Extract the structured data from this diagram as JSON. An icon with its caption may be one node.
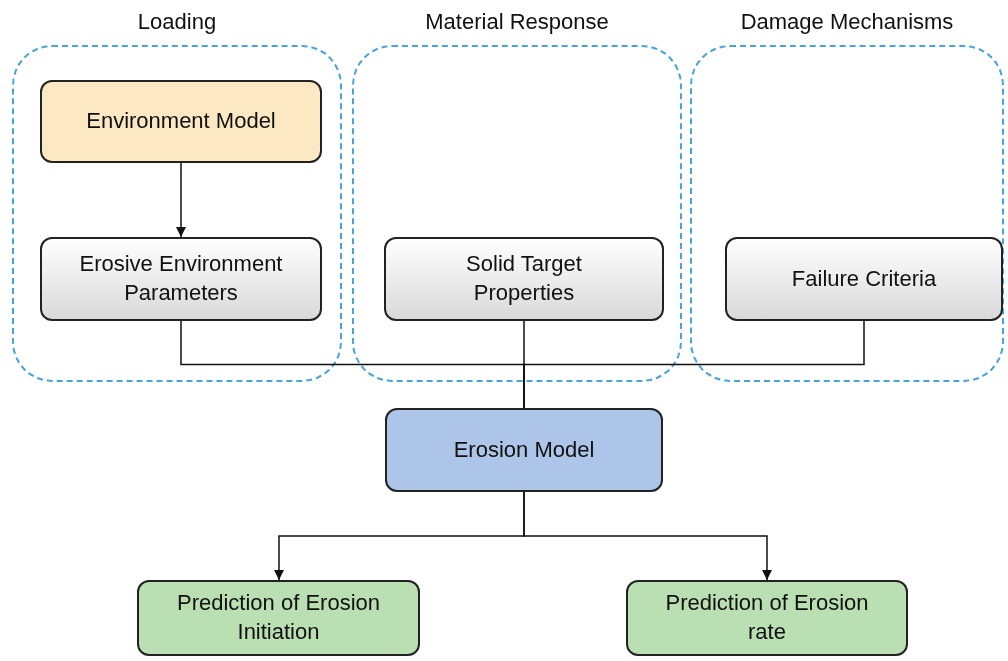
{
  "diagram": {
    "nodes": [
      {
        "text": [
          "Loading"
        ]
      },
      {
        "text": [
          "Environment Model"
        ],
        "in": 0
      },
      {
        "text": [
          "Erosive Environment Parameters"
        ],
        "in": 0
      },
      {
        "text": [
          "Material Response"
        ]
      },
      {
        "text": [
          "Solid Target Properties"
        ],
        "in": 3
      },
      {
        "text": [
          "Damage Mechanisms"
        ]
      },
      {
        "text": [
          "Failure Criteria"
        ],
        "in": 5
      },
      {
        "text": [
          "Erosion Model"
        ]
      },
      {
        "text": [
          "Prediction of Erosion Initiation"
        ]
      },
      {
        "text": [
          "Prediction of Erosion rate"
        ]
      }
    ],
    "edges": [
      {
        "from": 1,
        "to": 2,
        "arrow": "to"
      },
      {
        "from": 2,
        "to": 7,
        "arrow": "none"
      },
      {
        "from": 4,
        "to": 7,
        "arrow": "none"
      },
      {
        "from": 6,
        "to": 7,
        "arrow": "none"
      },
      {
        "from": 7,
        "to": 8,
        "arrow": "to"
      },
      {
        "from": 7,
        "to": 9,
        "arrow": "to"
      }
    ]
  }
}
